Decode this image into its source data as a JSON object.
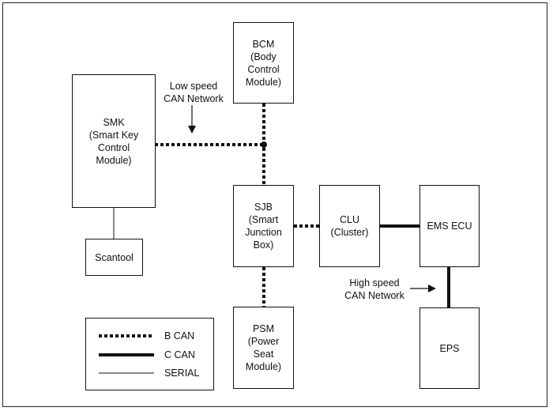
{
  "modules": {
    "bcm": "BCM\n(Body\nControl\nModule)",
    "smk": "SMK\n(Smart Key\nControl\nModule)",
    "scantool": "Scantool",
    "sjb": "SJB\n(Smart\nJunction\nBox)",
    "clu": "CLU\n(Cluster)",
    "ems": "EMS ECU",
    "psm": "PSM\n(Power\nSeat\nModule)",
    "eps": "EPS"
  },
  "annotations": {
    "low_speed": "Low speed\nCAN Network",
    "high_speed": "High speed\nCAN Network"
  },
  "legend": {
    "b_can": "B CAN",
    "c_can": "C CAN",
    "serial": "SERIAL"
  }
}
